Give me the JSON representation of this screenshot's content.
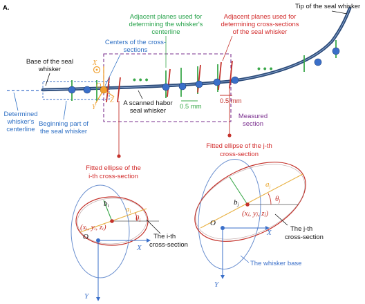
{
  "panel_label": "A.",
  "labels": {
    "tip": "Tip of the seal whisker",
    "green_planes": [
      "Adjacent planes used for",
      "determining the whisker's",
      "centerline"
    ],
    "red_planes": [
      "Adjacent planes used for",
      "determining cross-sections",
      "of the seal whisker"
    ],
    "centers": [
      "Centers of the cross-",
      "sections"
    ],
    "base": [
      "Base of the seal",
      "whisker"
    ],
    "determined": [
      "Determined",
      "whisker's",
      "centerline"
    ],
    "beginning": [
      "Beginning part of",
      "the seal whisker"
    ],
    "scanned": [
      "A scanned habor",
      "seal whisker"
    ],
    "spacing_green": "0.5 mm",
    "spacing_red": "0.5 mm",
    "measured": [
      "Measured",
      "section"
    ],
    "ellipse_i_title": [
      "Fitted ellipse of the",
      "i-th cross-section"
    ],
    "ellipse_j_title": [
      "Fitted ellipse of the j-th",
      "cross-section"
    ],
    "ith_section": [
      "The i-th",
      "cross-section"
    ],
    "jth_section": [
      "The j-th",
      "cross-section"
    ],
    "whisker_base": "The whisker base"
  },
  "math": {
    "X": "X",
    "Y": "Y",
    "Z": "Z",
    "O": "O",
    "a_i": "a",
    "b_i": "b",
    "theta_i": "θ",
    "sub_i": "i",
    "sub_j": "j",
    "point_i": "(xᵢ, yᵢ, zᵢ)",
    "point_j": "(xⱼ, yⱼ, zⱼ)"
  },
  "colors": {
    "whisker": "#2b4a78",
    "center_dot": "#3a6fc9",
    "green_plane": "#3aa84a",
    "red_plane": "#c4322b",
    "purple_box": "#7a2f8e",
    "blue_text": "#2d6fc4",
    "green_text": "#26a24a",
    "red_text": "#d22a2a",
    "orange": "#f0a030",
    "axis_blue": "#3a6fc9"
  }
}
